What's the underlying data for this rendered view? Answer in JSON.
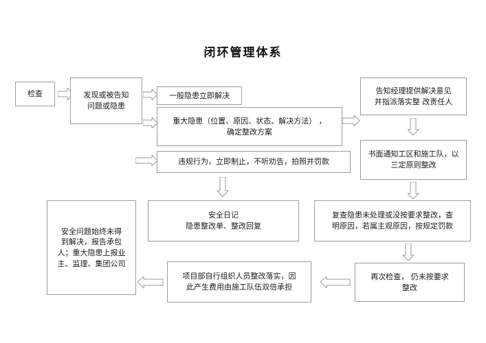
{
  "page": {
    "title": "闭环管理体系",
    "background_color": "#ffffff",
    "line_color": "#9a9a9a",
    "text_color": "#1a1a1a"
  },
  "nodes": {
    "inspect": {
      "lines": [
        "检查"
      ]
    },
    "discover": {
      "lines": [
        "发现或被告知",
        "问题或隐患"
      ]
    },
    "general_hazard": {
      "lines": [
        "一般隐患立即解决"
      ]
    },
    "major_hazard": {
      "lines": [
        "重大隐患（位置、原因、状态、解决方法）     ，",
        "确定整改方案"
      ]
    },
    "violation": {
      "lines": [
        "违规行为，立即制止，不听劝告，拍照并罚款"
      ]
    },
    "notify_manager": {
      "lines": [
        "告知经理提供解决意见",
        "并指派落实整  改责任人"
      ]
    },
    "written_notice": {
      "lines": [
        "书面通知工区和施工队，以",
        "三定原则整改"
      ]
    },
    "safety_diary": {
      "lines": [
        "安全日记",
        "隐患整改单、整改回复"
      ]
    },
    "recheck_fine": {
      "lines": [
        "复查隐患未处理或没按要求整改，查",
        "明原因，若属主观原因，按规定罚款"
      ]
    },
    "recheck_again": {
      "lines": [
        "再次检查，   仍未按要求",
        "整改"
      ]
    },
    "self_rectify": {
      "lines": [
        "项目部自行组织人员整改落实，因",
        "此产生费用由施工队伍双倍承担"
      ]
    },
    "escalate": {
      "lines": [
        "安全问题始终未得",
        "到解决，报告承包",
        "人；重大隐患上报业",
        "主、监理、集团公司"
      ]
    }
  },
  "arrows": [
    {
      "name": "arrow-inspect-to-discover",
      "direction": "right"
    },
    {
      "name": "arrow-discover-to-general-hazard",
      "direction": "right"
    },
    {
      "name": "arrow-discover-to-major-hazard",
      "direction": "right"
    },
    {
      "name": "arrow-discover-to-violation",
      "direction": "right"
    },
    {
      "name": "arrow-major-hazard-to-notify-manager",
      "direction": "right"
    },
    {
      "name": "arrow-notify-manager-to-written-notice",
      "direction": "down"
    },
    {
      "name": "arrow-written-notice-to-recheck-fine",
      "direction": "down"
    },
    {
      "name": "arrow-violation-to-safety-diary",
      "direction": "down"
    },
    {
      "name": "arrow-recheck-fine-to-recheck-again",
      "direction": "down"
    },
    {
      "name": "arrow-recheck-again-to-self-rectify",
      "direction": "left"
    },
    {
      "name": "arrow-self-rectify-to-escalate",
      "direction": "left"
    }
  ]
}
